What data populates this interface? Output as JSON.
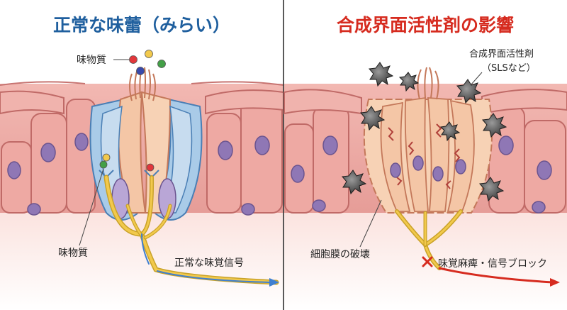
{
  "left_panel": {
    "title": "正常な味蕾（みらい）",
    "title_color": "#1f5f9e",
    "label_tastant_top": "味物質",
    "label_tastant_bottom": "味物質",
    "label_signal": "正常な味覚信号"
  },
  "right_panel": {
    "title": "合成界面活性剤の影響",
    "title_color": "#d62b1f",
    "label_surfactant_line1": "合成界面活性剤",
    "label_surfactant_line2": "（SLSなど）",
    "label_membrane": "細胞膜の破壊",
    "label_block": "味覚麻痺・信号ブロック"
  },
  "colors": {
    "tissue": "#e9a6a1",
    "tissue_dark": "#b45a58",
    "nucleus": "#8f77b5",
    "supporting_cell": "#a9cbe8",
    "taste_cell": "#f4c6a6",
    "nerve": "#f2c94c",
    "signal_arrow": "#3f7fd0",
    "block_arrow": "#d62b1f"
  },
  "icons": [
    "tastant-molecule-icon",
    "surfactant-molecule-icon",
    "block-x-icon",
    "signal-arrow-icon"
  ]
}
